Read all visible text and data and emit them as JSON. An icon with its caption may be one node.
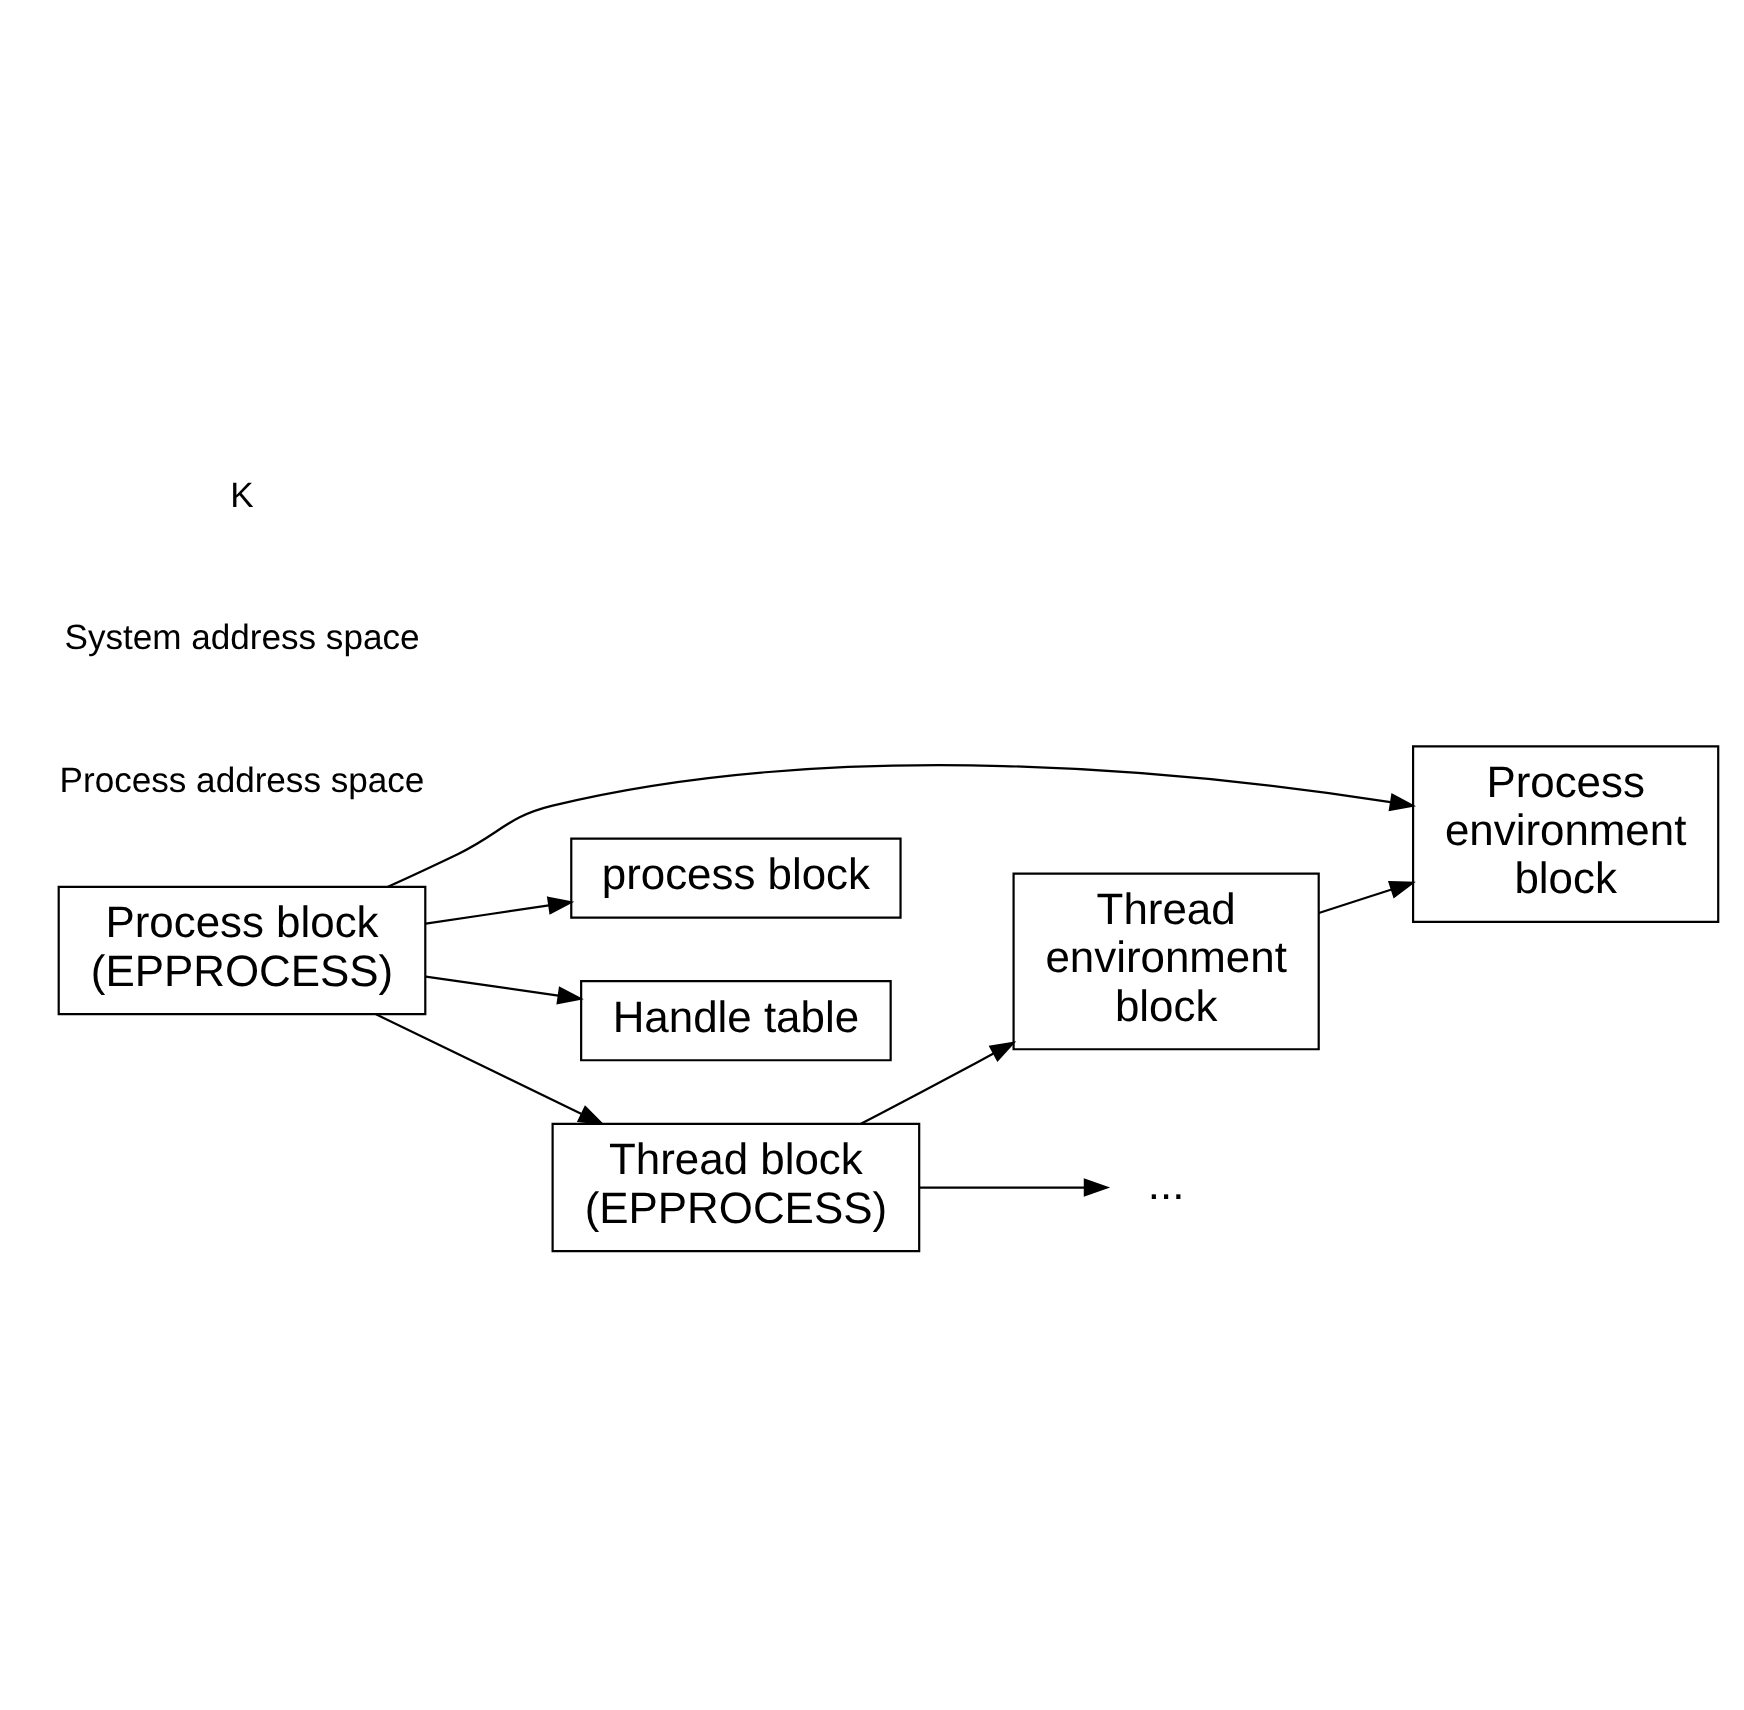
{
  "diagram": {
    "nodes": [
      {
        "text": [
          "Process environment block"
        ]
      },
      {
        "text": [
          "Thread environment block"
        ]
      },
      {
        "text": [
          "Process block (EPPROCESS)"
        ]
      },
      {
        "text": [
          "process block"
        ]
      },
      {
        "text": [
          "Handle table"
        ]
      },
      {
        "text": [
          "Thread block (EPPROCESS)"
        ]
      },
      {
        "text": [
          "..."
        ]
      }
    ],
    "edges": [
      {
        "from": 2,
        "to": 0,
        "arrow": "to"
      },
      {
        "from": 1,
        "to": 0,
        "arrow": "to"
      },
      {
        "from": 2,
        "to": 3,
        "arrow": "to"
      },
      {
        "from": 2,
        "to": 4,
        "arrow": "to"
      },
      {
        "from": 2,
        "to": 5,
        "arrow": "to"
      },
      {
        "from": 5,
        "to": 1,
        "arrow": "to"
      },
      {
        "from": 5,
        "to": 6,
        "arrow": "to"
      }
    ],
    "labels": [
      "Process address space",
      "System address space",
      "K"
    ]
  }
}
